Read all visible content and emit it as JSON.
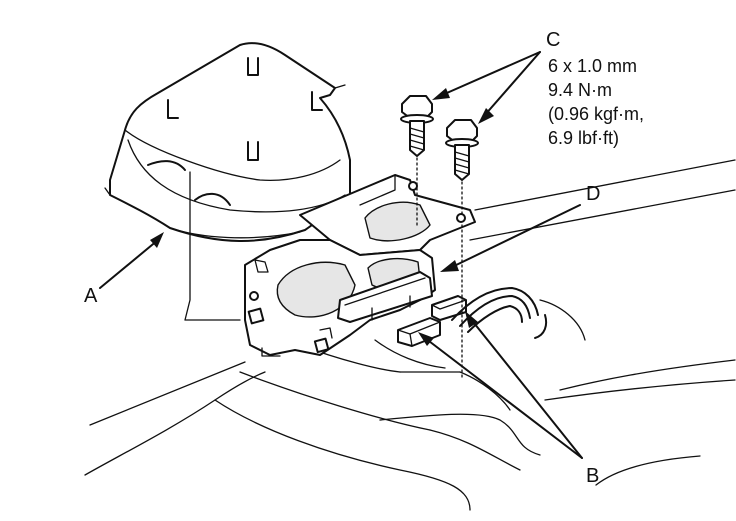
{
  "labels": {
    "a": "A",
    "b": "B",
    "c": "C",
    "d": "D"
  },
  "spec": {
    "bolt_size": "6 x 1.0 mm",
    "torque_nm": "9.4 N·m",
    "torque_kgf": "(0.96 kgf·m,",
    "torque_lbf": "6.9 lbf·ft)"
  }
}
